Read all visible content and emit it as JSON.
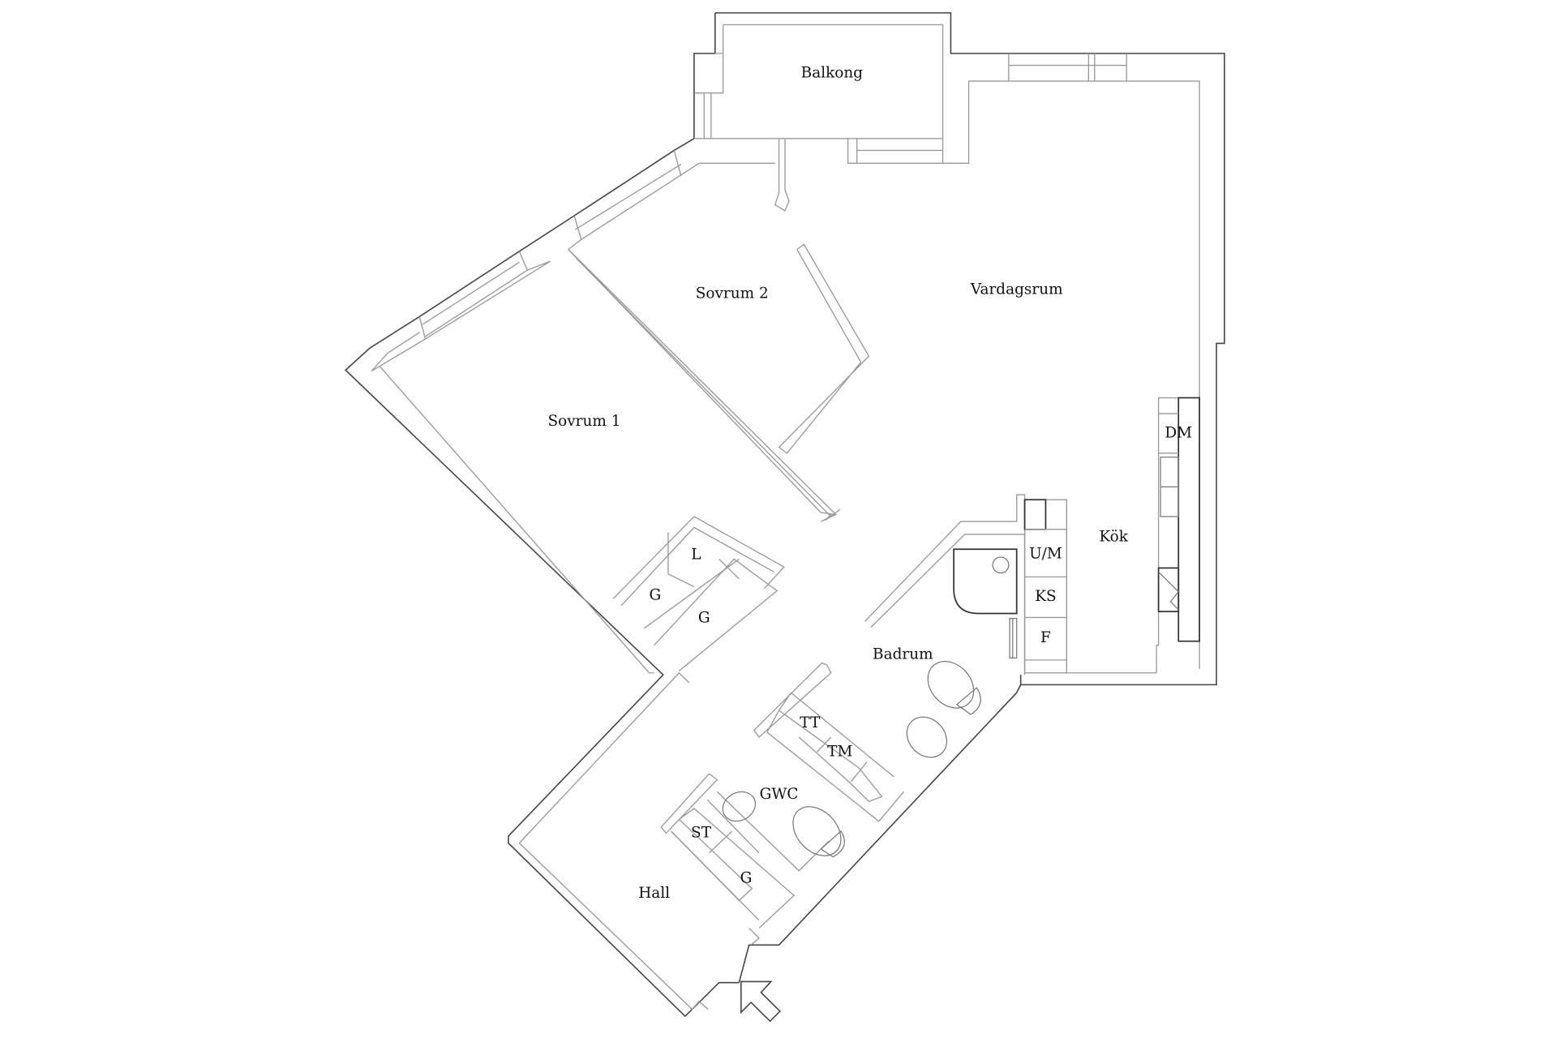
{
  "plan": {
    "rooms": [
      {
        "id": "balkong",
        "label": "Balkong"
      },
      {
        "id": "vardagsrum",
        "label": "Vardagsrum"
      },
      {
        "id": "sovrum-2",
        "label": "Sovrum 2"
      },
      {
        "id": "sovrum-1",
        "label": "Sovrum 1"
      },
      {
        "id": "kok",
        "label": "Kök"
      },
      {
        "id": "badrum",
        "label": "Badrum"
      },
      {
        "id": "gwc",
        "label": "GWC"
      },
      {
        "id": "hall",
        "label": "Hall"
      }
    ],
    "fixtures": [
      {
        "id": "dm",
        "label": "DM"
      },
      {
        "id": "um",
        "label": "U/M"
      },
      {
        "id": "ks",
        "label": "KS"
      },
      {
        "id": "f",
        "label": "F"
      },
      {
        "id": "l",
        "label": "L"
      },
      {
        "id": "g1",
        "label": "G"
      },
      {
        "id": "g2",
        "label": "G"
      },
      {
        "id": "tt",
        "label": "TT"
      },
      {
        "id": "tm",
        "label": "TM"
      },
      {
        "id": "st",
        "label": "ST"
      },
      {
        "id": "g3",
        "label": "G"
      }
    ],
    "entrance_icon": "arrow-up-left-icon"
  }
}
